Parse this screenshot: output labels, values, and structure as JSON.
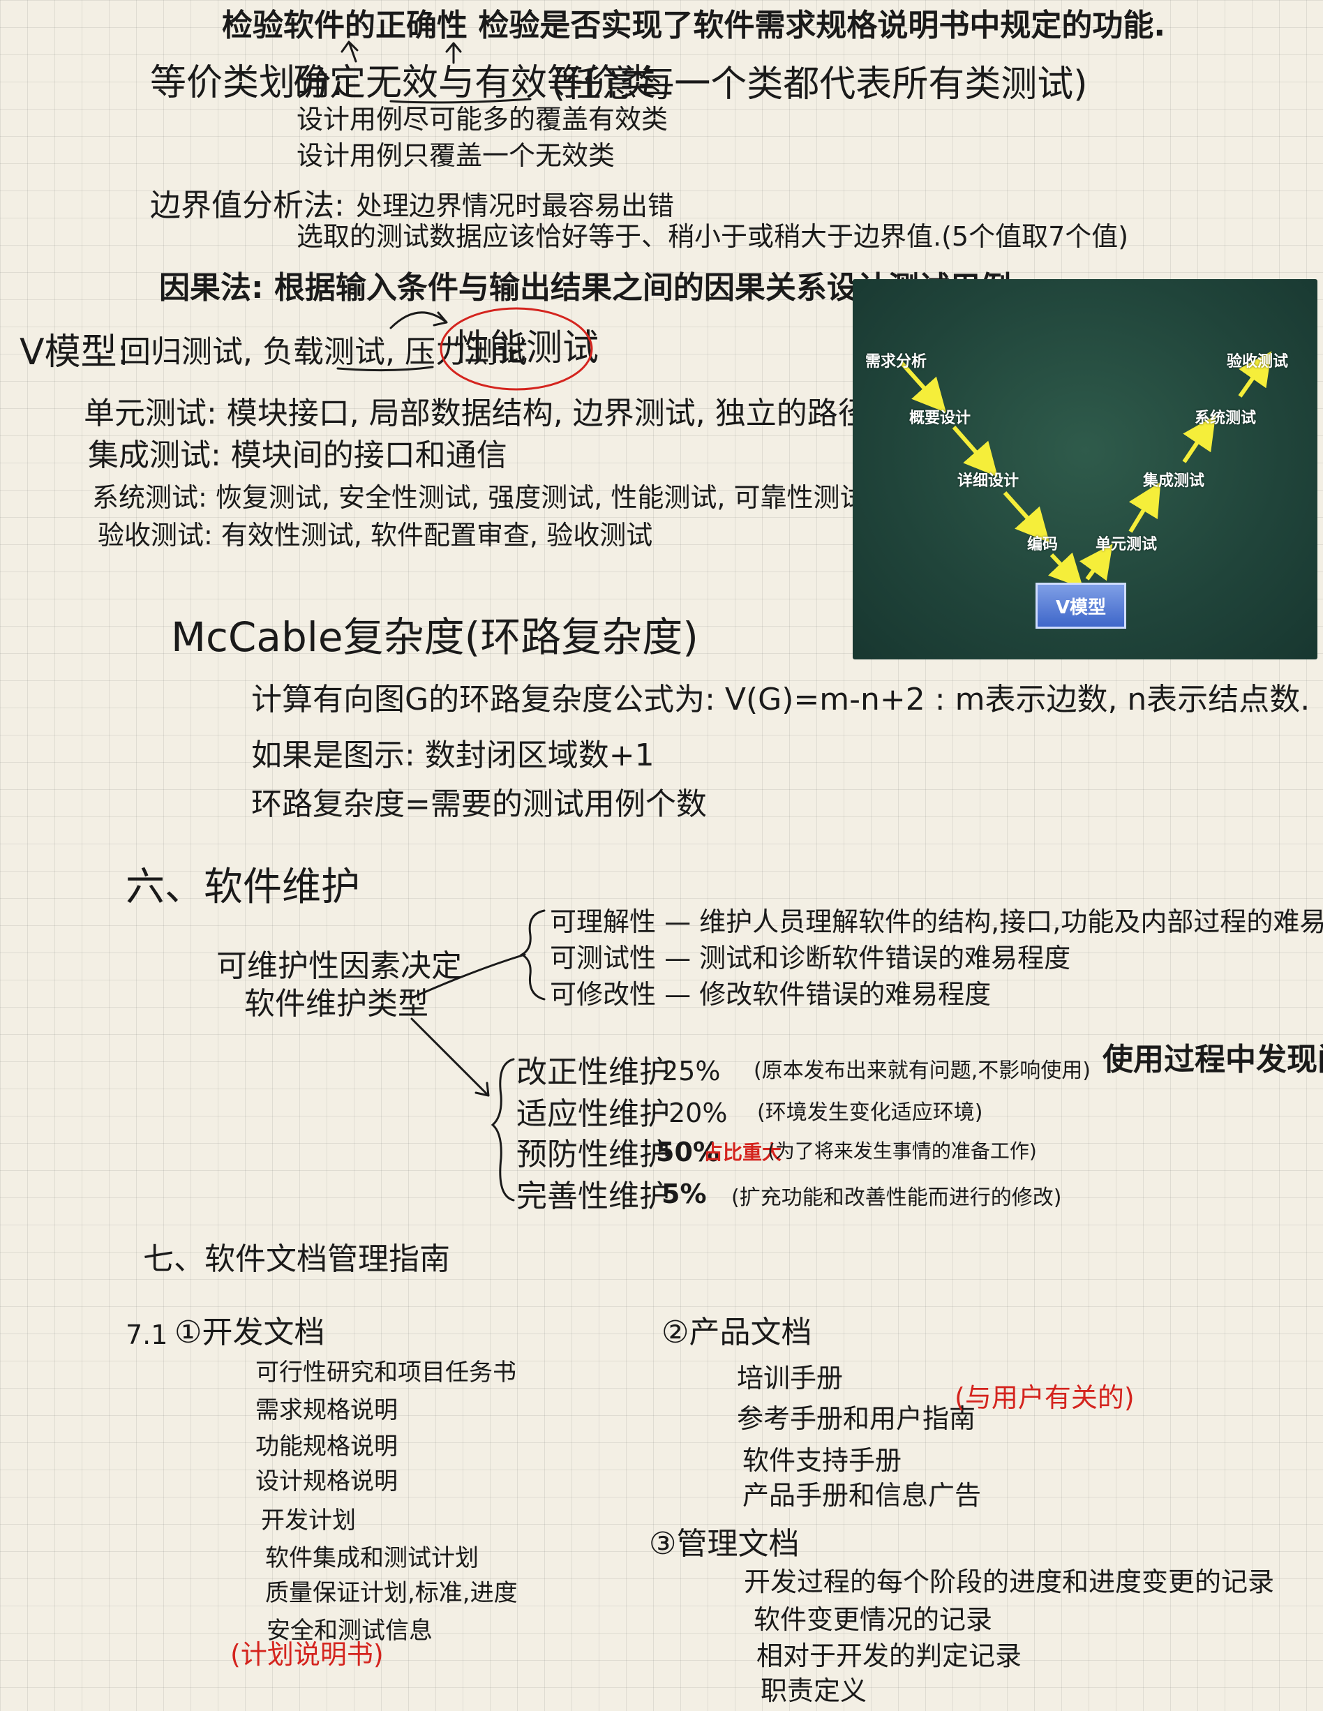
{
  "header": {
    "line1": "检验软件的正确性  检验是否实现了软件需求规格说明书中规定的功能."
  },
  "black_box": {
    "equiv_label": "等价类划分:",
    "equiv_text": "确定无效与有效等价类",
    "equiv_note": "(任意每一个类都代表所有类测试)",
    "equiv_valid": "设计用例尽可能多的覆盖有效类",
    "equiv_invalid": "设计用例只覆盖一个无效类",
    "boundary_label": "边界值分析法:",
    "boundary_text": "处理边界情况时最容易出错",
    "boundary_detail": "选取的测试数据应该恰好等于、稍小于或稍大于边界值.(5个值取7个值)",
    "cause_effect": "因果法: 根据输入条件与输出结果之间的因果关系设计测试用例"
  },
  "v_model": {
    "heading": "V模型:",
    "types": "回归测试, 负载测试, 压力测试",
    "circled": "性能测试",
    "unit": "单元测试: 模块接口, 局部数据结构, 边界测试, 独立的路径, 错误处理",
    "integration": "集成测试: 模块间的接口和通信",
    "system": "系统测试: 恢复测试, 安全性测试, 强度测试, 性能测试, 可靠性测试和安装测试",
    "acceptance": "验收测试: 有效性测试, 软件配置审查, 验收测试",
    "diagram": {
      "req": "需求分析",
      "outline": "概要设计",
      "detail": "详细设计",
      "coding": "编码",
      "unit": "单元测试",
      "integration": "集成测试",
      "system": "系统测试",
      "acceptance": "验收测试",
      "center": "V模型"
    }
  },
  "mccabe": {
    "title": "McCable复杂度(环路复杂度)",
    "formula": "计算有向图G的环路复杂度公式为: V(G)=m-n+2 : m表示边数, n表示结点数.",
    "if_graph": "如果是图示: 数封闭区域数+1",
    "equals": "环路复杂度=需要的测试用例个数"
  },
  "maintenance": {
    "title": "六、软件维护",
    "factors_label_1": "可维护性因素决定",
    "factors_label_2": "软件维护类型",
    "understandability": "可理解性 — 维护人员理解软件的结构,接口,功能及内部过程的难易程度.",
    "testability": "可测试性 — 测试和诊断软件错误的难易程度",
    "modifiability": "可修改性 — 修改软件错误的难易程度",
    "types": [
      {
        "name": "改正性维护",
        "pct": "25%",
        "note": "(原本发布出来就有问题,不影响使用)",
        "extra": "使用过程中发现问题"
      },
      {
        "name": "适应性维护",
        "pct": "20%",
        "note": "(环境发生变化适应环境)",
        "extra": ""
      },
      {
        "name": "预防性维护",
        "pct": "50%",
        "note": "(为了将来发生事情的准备工作)",
        "extra": "占比重大"
      },
      {
        "name": "完善性维护",
        "pct": "5%",
        "note": "(扩充功能和改善性能而进行的修改)",
        "extra": ""
      }
    ]
  },
  "docs": {
    "title": "七、软件文档管理指南",
    "dev_index": "7.1",
    "dev_title": "①开发文档",
    "dev_items": [
      "可行性研究和项目任务书",
      "需求规格说明",
      "功能规格说明",
      "设计规格说明",
      "开发计划",
      "软件集成和测试计划",
      "质量保证计划,标准,进度",
      "安全和测试信息"
    ],
    "dev_note": "(计划说明书)",
    "product_title": "②产品文档",
    "product_items": [
      "培训手册",
      "参考手册和用户指南",
      "软件支持手册",
      "产品手册和信息广告"
    ],
    "product_note": "(与用户有关的)",
    "mgmt_title": "③管理文档",
    "mgmt_items": [
      "开发过程的每个阶段的进度和进度变更的记录",
      "软件变更情况的记录",
      "相对于开发的判定记录",
      "职责定义"
    ]
  }
}
